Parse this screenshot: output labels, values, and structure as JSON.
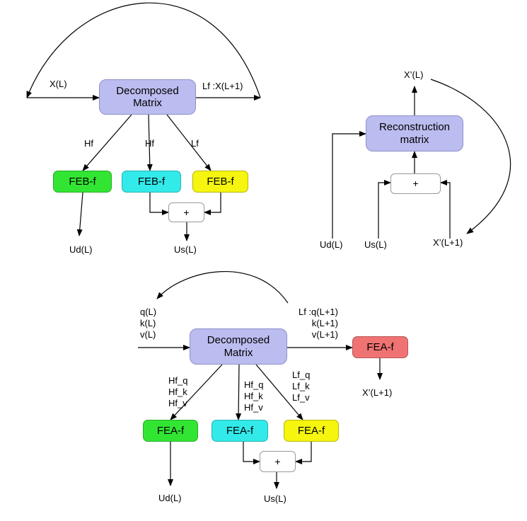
{
  "diagram1": {
    "matrix": [
      "Decomposed",
      "Matrix"
    ],
    "input_label": "X(L)",
    "output_label": "Lf :X(L+1)",
    "branch_labels": [
      "Hf",
      "Hf",
      "Lf"
    ],
    "blocks": [
      "FEB-f",
      "FEB-f",
      "FEB-f"
    ],
    "plus": "+",
    "out_left": "Ud(L)",
    "out_sum": "Us(L)"
  },
  "diagram2": {
    "matrix": [
      "Reconstruction",
      "matrix"
    ],
    "output_label": "X’(L)",
    "plus": "+",
    "in_ud": "Ud(L)",
    "in_us": "Us(L)",
    "in_next": "X’(L+1)"
  },
  "diagram3": {
    "matrix": [
      "Decomposed",
      "Matrix"
    ],
    "inputs": [
      "q(L)",
      "k(L)",
      "v(L)"
    ],
    "outputs": [
      "Lf :q(L+1)",
      "k(L+1)",
      "v(L+1)"
    ],
    "branch_left": [
      "Hf_q",
      "Hf_k",
      "Hf_v"
    ],
    "branch_mid": [
      "Hf_q",
      "Hf_k",
      "Hf_v"
    ],
    "branch_right": [
      "Lf_q",
      "Lf_k",
      "Lf_v"
    ],
    "blocks": [
      "FEA-f",
      "FEA-f",
      "FEA-f"
    ],
    "side_block": "FEA-f",
    "side_out": "X’(L+1)",
    "plus": "+",
    "out_left": "Ud(L)",
    "out_sum": "Us(L)"
  },
  "colors": {
    "matrix": "#bbbcef",
    "green": "#33e533",
    "cyan": "#33eaea",
    "yellow": "#f5f50f",
    "red": "#f07373"
  }
}
